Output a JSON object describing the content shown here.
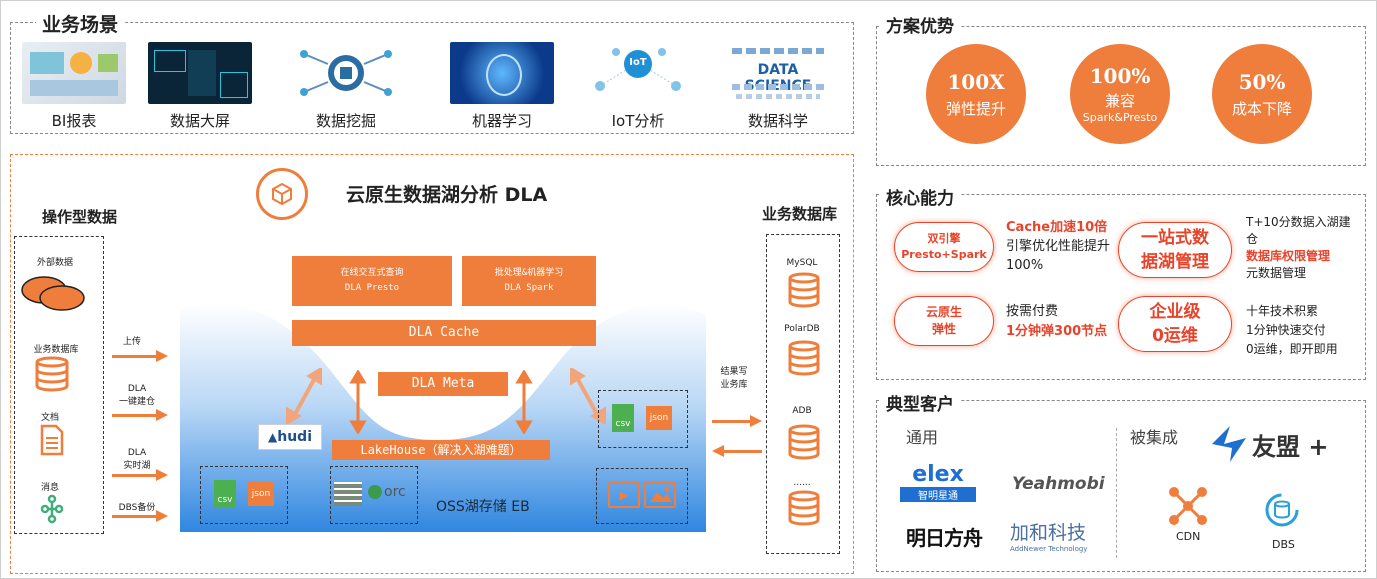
{
  "scenarios": {
    "title": "业务场景",
    "items": [
      {
        "label": "BI报表"
      },
      {
        "label": "数据大屏"
      },
      {
        "label": "数据挖掘"
      },
      {
        "label": "机器学习"
      },
      {
        "label": "IoT分析"
      },
      {
        "label": "数据科学"
      }
    ],
    "thumb_text": {
      "iot": "IoT",
      "datasci": "DATA SCIENCE"
    }
  },
  "dla": {
    "title": "云原生数据湖分析 DLA",
    "left": {
      "title": "操作型数据",
      "sources": [
        {
          "label": "外部数据",
          "icon": "cloud-icon"
        },
        {
          "label": "业务数据库",
          "icon": "database-icon"
        },
        {
          "label": "文档",
          "icon": "document-icon"
        },
        {
          "label": "消息",
          "icon": "message-queue-icon"
        }
      ],
      "arrows": [
        "上传",
        "DLA\n一键建仓",
        "DLA\n实时湖",
        "DBS备份"
      ]
    },
    "engine": {
      "presto_line1": "在线交互式查询",
      "presto_line2": "DLA Presto",
      "spark_line1": "批处理&机器学习",
      "spark_line2": "DLA Spark",
      "cache": "DLA Cache",
      "meta": "DLA  Meta",
      "lakehouse": "LakeHouse（解决入湖难题）",
      "storage": "OSS湖存储 EB",
      "hudi": "hudi",
      "orc": "orc",
      "csv": "csv",
      "json": "json"
    },
    "right": {
      "title": "业务数据库",
      "dbs": [
        "MySQL",
        "PolarDB",
        "ADB",
        "......"
      ],
      "write_label": "结果写\n业务库"
    }
  },
  "advantages": {
    "title": "方案优势",
    "items": [
      {
        "big": "100X",
        "sub": "弹性提升"
      },
      {
        "big": "100%",
        "sub": "兼容",
        "sub2": "Spark&Presto"
      },
      {
        "big": "50%",
        "sub": "成本下降"
      }
    ]
  },
  "capabilities": {
    "title": "核心能力",
    "items": [
      {
        "pill": "双引擎\nPresto+Spark",
        "lines": [
          {
            "text": "Cache加速10倍",
            "hl": true
          },
          {
            "text": "引擎优化性能提升",
            "hl": false
          },
          {
            "text": "100%",
            "hl": false
          }
        ]
      },
      {
        "pill": "一站式数\n据湖管理",
        "lines": [
          {
            "text": "T+10分数据入湖建",
            "hl": false
          },
          {
            "text": "仓",
            "hl": false
          },
          {
            "text": "数据库权限管理",
            "hl": true
          },
          {
            "text": "元数据管理",
            "hl": false
          }
        ]
      },
      {
        "pill": "云原生\n弹性",
        "lines": [
          {
            "text": "按需付费",
            "hl": false
          },
          {
            "text": "1分钟弹300节点",
            "hl": true
          }
        ]
      },
      {
        "pill": "企业级\n0运维",
        "lines": [
          {
            "text": "十年技术积累",
            "hl": false
          },
          {
            "text": "1分钟快速交付",
            "hl": false
          },
          {
            "text": "0运维，即开即用",
            "hl": false
          }
        ]
      }
    ]
  },
  "customers": {
    "title": "典型客户",
    "general": "通用",
    "integrated": "被集成",
    "logos": {
      "elex": "elex",
      "elex_sub": "智明星通",
      "yeahmobi": "Yeahmobi",
      "mingri": "明日方舟",
      "jiahe": "加和科技",
      "jiahe_sub": "AddNewer Technology",
      "youmeng": "友盟 +",
      "cdn": "CDN",
      "dbs": "DBS"
    }
  },
  "colors": {
    "accent": "#ef7d3c",
    "red": "#e8442b",
    "blue": "#1e6fd0"
  }
}
